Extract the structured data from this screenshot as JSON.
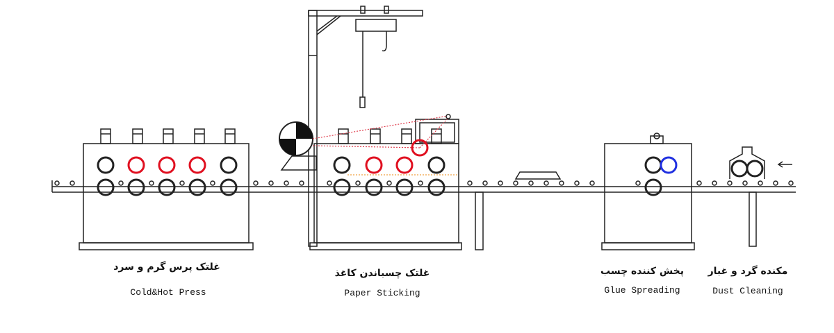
{
  "stations": [
    {
      "id": "cold-hot-press",
      "fa": "غلتک پرس گرم و سرد",
      "en": "Cold&Hot Press"
    },
    {
      "id": "paper-sticking",
      "fa": "غلتک چسباندن کاغذ",
      "en": "Paper Sticking"
    },
    {
      "id": "glue-spreading",
      "fa": "پخش کننده چسب",
      "en": "Glue Spreading"
    },
    {
      "id": "dust-cleaning",
      "fa": "مکنده گرد و غبار",
      "en": "Dust Cleaning"
    }
  ],
  "colors": {
    "line": "#222222",
    "heated_roller": "#e01020",
    "glue_roller": "#2030e0",
    "paper_path": "#e04050"
  }
}
